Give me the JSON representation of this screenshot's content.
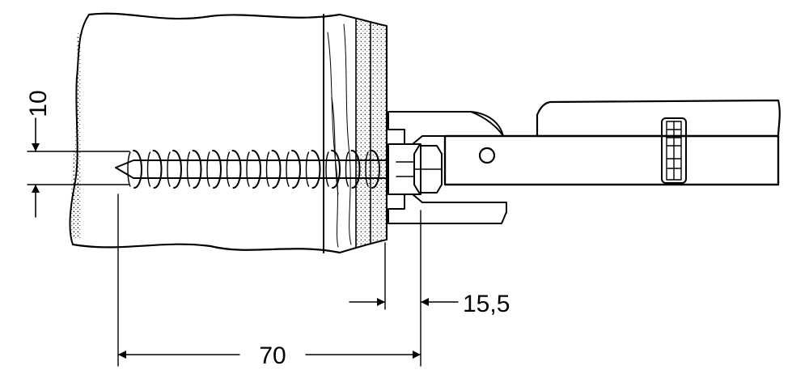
{
  "diagram": {
    "dimensions": {
      "screw_diameter": "10",
      "plate_offset": "15,5",
      "screw_depth": "70"
    },
    "colors": {
      "line": "#000000",
      "background": "#ffffff"
    },
    "parts": [
      "wood-post",
      "wood-screw",
      "hex-nut",
      "clamp-housing",
      "glass-panel",
      "set-screw",
      "pivot-pin"
    ]
  }
}
